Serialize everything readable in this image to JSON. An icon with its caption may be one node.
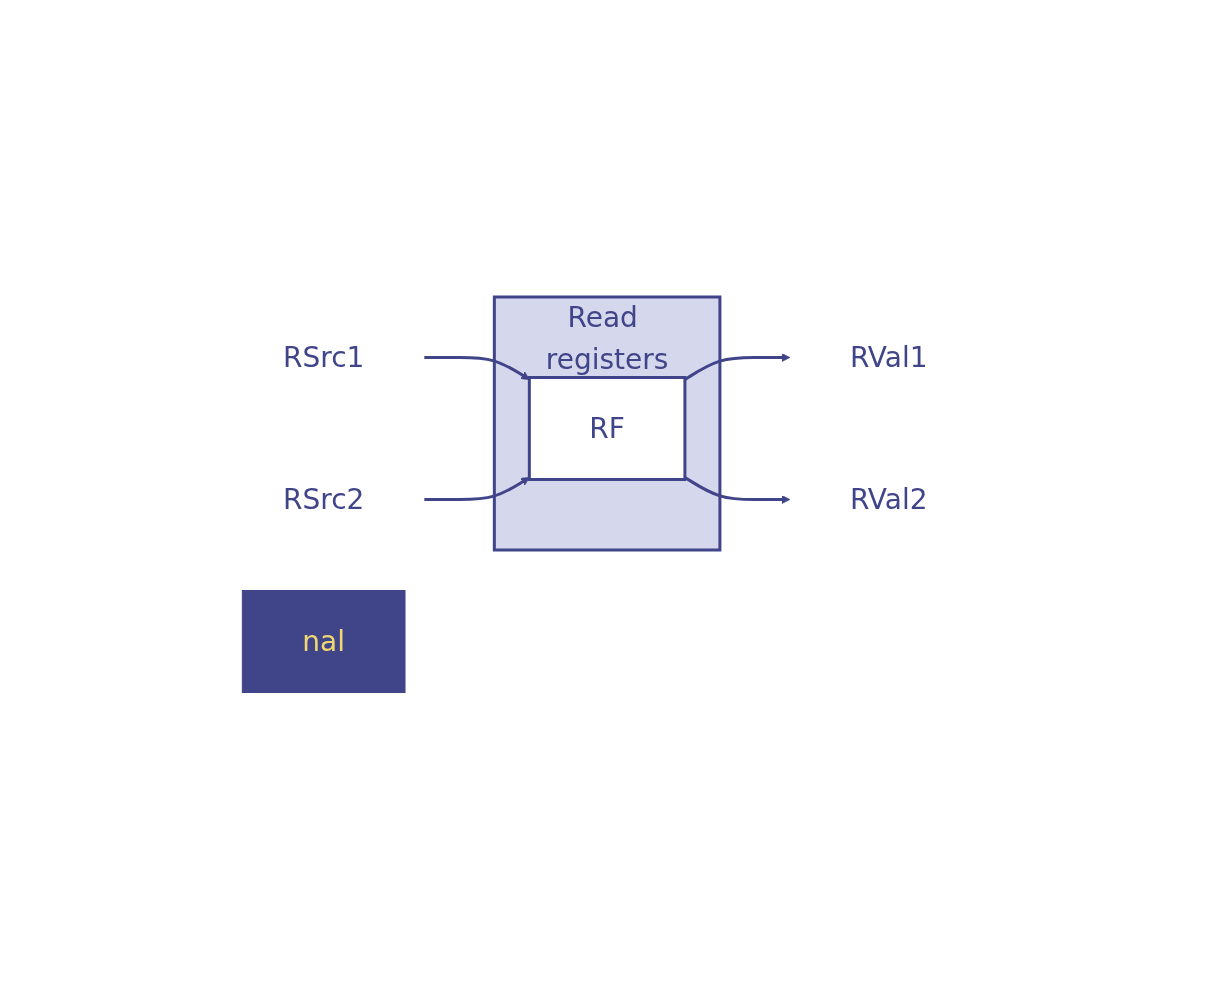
{
  "diagram": {
    "nodes": [
      {
        "text": [
          "Read registers"
        ]
      },
      {
        "text": [
          "RF"
        ],
        "in": 0
      },
      {
        "text": [
          "RSrc1"
        ]
      },
      {
        "text": [
          "RSrc2"
        ]
      },
      {
        "text": [
          "RVal1"
        ]
      },
      {
        "text": [
          "RVal2"
        ]
      },
      {
        "text": [
          "nal"
        ]
      }
    ],
    "edges": [
      {
        "from": 2,
        "to": 1,
        "arrow": "to"
      },
      {
        "from": 3,
        "to": 1,
        "arrow": "to"
      },
      {
        "from": 1,
        "to": 4,
        "arrow": "to"
      },
      {
        "from": 1,
        "to": 5,
        "arrow": "to"
      }
    ]
  }
}
